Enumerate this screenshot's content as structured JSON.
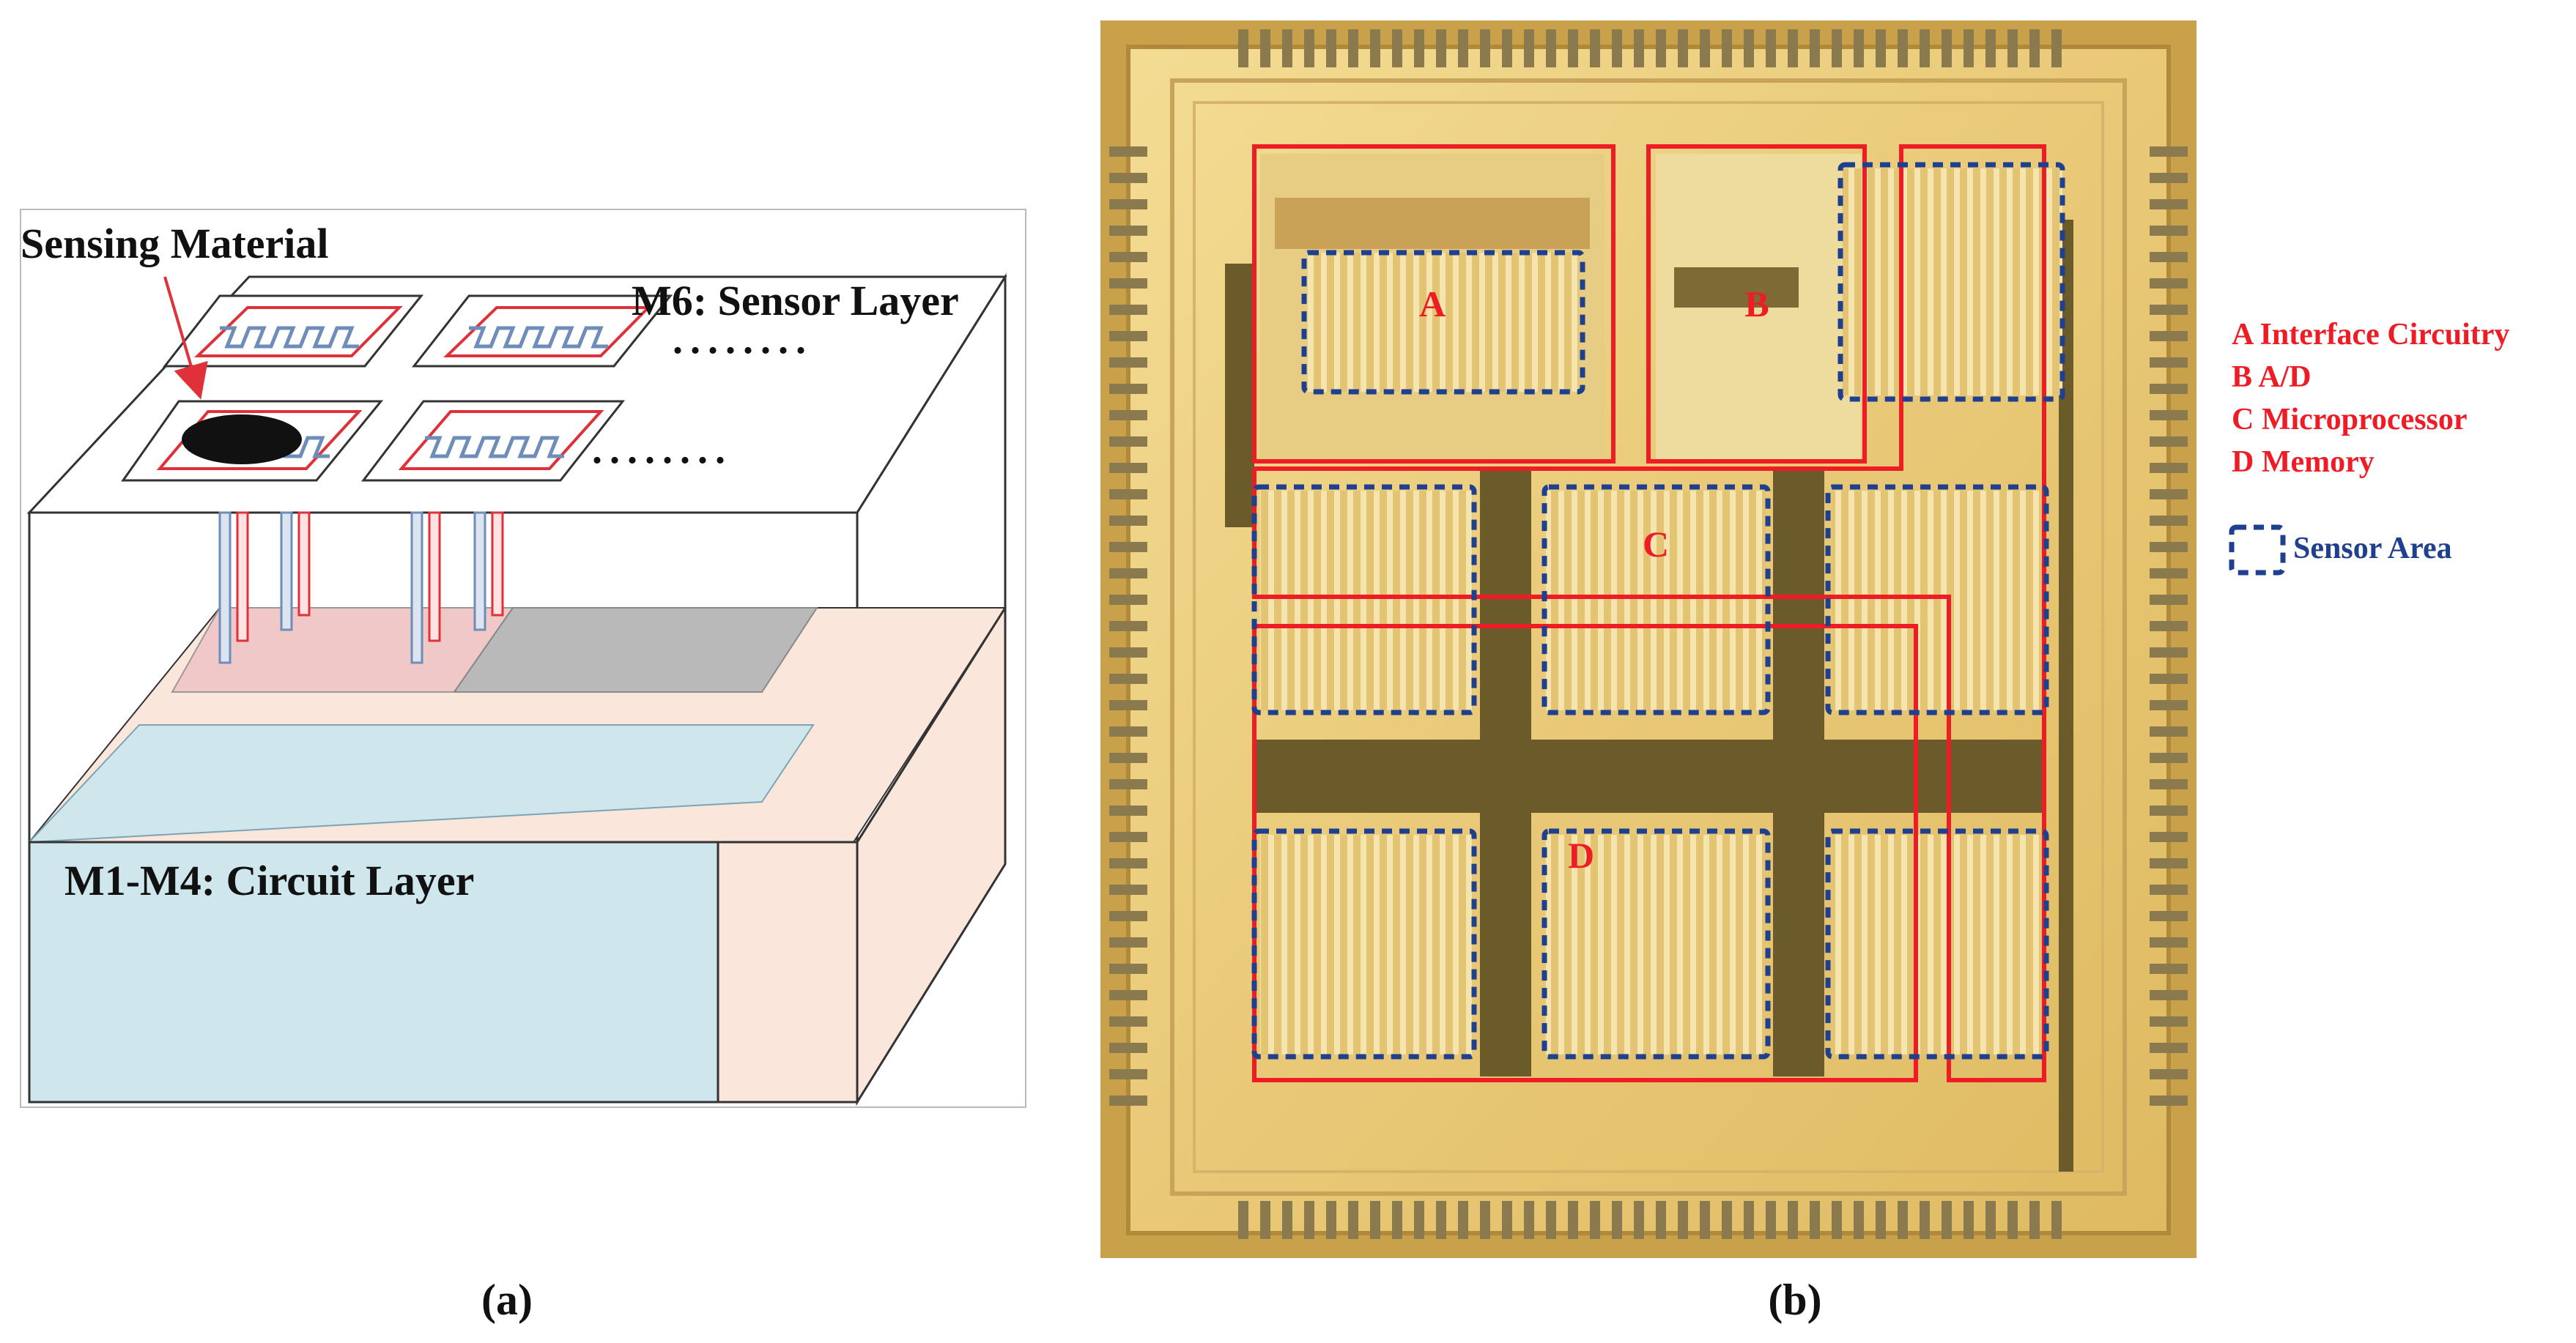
{
  "panel_a": {
    "caption": "(a)",
    "sensing_material_label": "Sensing Material",
    "sensor_layer_label": "M6: Sensor Layer",
    "circuit_layer_label": "M1-M4: Circuit Layer",
    "ellipsis": "........",
    "colors": {
      "sensor_red": "#e0303a",
      "sensor_blue": "#6e8db8",
      "circuit": "#cfe6ec",
      "side": "#fbe6dc",
      "pad_pink": "#f1c8c8",
      "pad_gray": "#b9b9b9"
    }
  },
  "panel_b": {
    "caption": "(b)",
    "region_labels": {
      "a": "A",
      "b": "B",
      "c": "C",
      "d": "D"
    },
    "legend": {
      "items": [
        "A Interface Circuitry",
        "B A/D",
        "C Microprocessor",
        "D Memory"
      ],
      "sensor_area": "Sensor Area"
    },
    "colors": {
      "region_red": "#ee1c25",
      "sensor_dash": "#1f3f8f",
      "die_gold": "#e8c978",
      "die_dark": "#6b5a2a"
    }
  }
}
